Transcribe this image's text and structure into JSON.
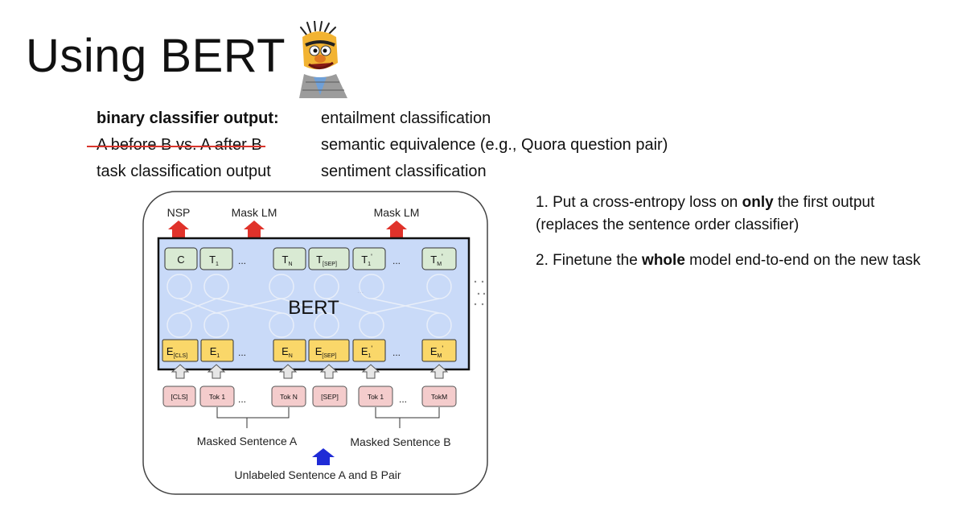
{
  "slide": {
    "title": "Using BERT",
    "mascot_icon": "bert-muppet-icon"
  },
  "labels": {
    "binary_output": "binary classifier output:",
    "struck": "A before B vs. A after B",
    "task_output": "task classification output"
  },
  "tasks": [
    "entailment classification",
    "semantic equivalence (e.g., Quora question pair)",
    "sentiment classification"
  ],
  "notes": {
    "n1_pre": "1. Put a cross-entropy loss on ",
    "n1_bold": "only",
    "n1_post": " the first output (replaces the sentence order classifier)",
    "n2_pre": "2. Finetune the ",
    "n2_bold": "whole",
    "n2_post": " model end-to-end on the new task"
  },
  "diagram": {
    "heads": {
      "nsp": "NSP",
      "mask_lm_1": "Mask LM",
      "mask_lm_2": "Mask LM"
    },
    "model_label": "BERT",
    "outputs": [
      {
        "main": "C",
        "sub": "",
        "sup": ""
      },
      {
        "main": "T",
        "sub": "1",
        "sup": ""
      },
      {
        "main": "T",
        "sub": "N",
        "sup": ""
      },
      {
        "main": "T",
        "sub": "[SEP]",
        "sup": ""
      },
      {
        "main": "T",
        "sub": "1",
        "sup": "'"
      },
      {
        "main": "T",
        "sub": "M",
        "sup": "'"
      }
    ],
    "embeddings": [
      {
        "main": "E",
        "sub": "[CLS]",
        "sup": ""
      },
      {
        "main": "E",
        "sub": "1",
        "sup": ""
      },
      {
        "main": "E",
        "sub": "N",
        "sup": ""
      },
      {
        "main": "E",
        "sub": "[SEP]",
        "sup": ""
      },
      {
        "main": "E",
        "sub": "1",
        "sup": "'"
      },
      {
        "main": "E",
        "sub": "M",
        "sup": "'"
      }
    ],
    "tokens": [
      "[CLS]",
      "Tok 1",
      "Tok N",
      "[SEP]",
      "Tok 1",
      "TokM"
    ],
    "ellipsis": "...",
    "middle_ellipsis": "...",
    "sentence_a": "Masked Sentence A",
    "sentence_b": "Masked Sentence B",
    "pair_label": "Unlabeled Sentence A and B Pair",
    "colors": {
      "output_fill": "#d9ead3",
      "embed_fill": "#fad769",
      "token_fill": "#f4cccc",
      "model_fill": "#c9daf8",
      "red_arrow": "#e0322a",
      "blue_arrow": "#1f2bd6",
      "gray_arrow": "#d9d9d9"
    }
  }
}
